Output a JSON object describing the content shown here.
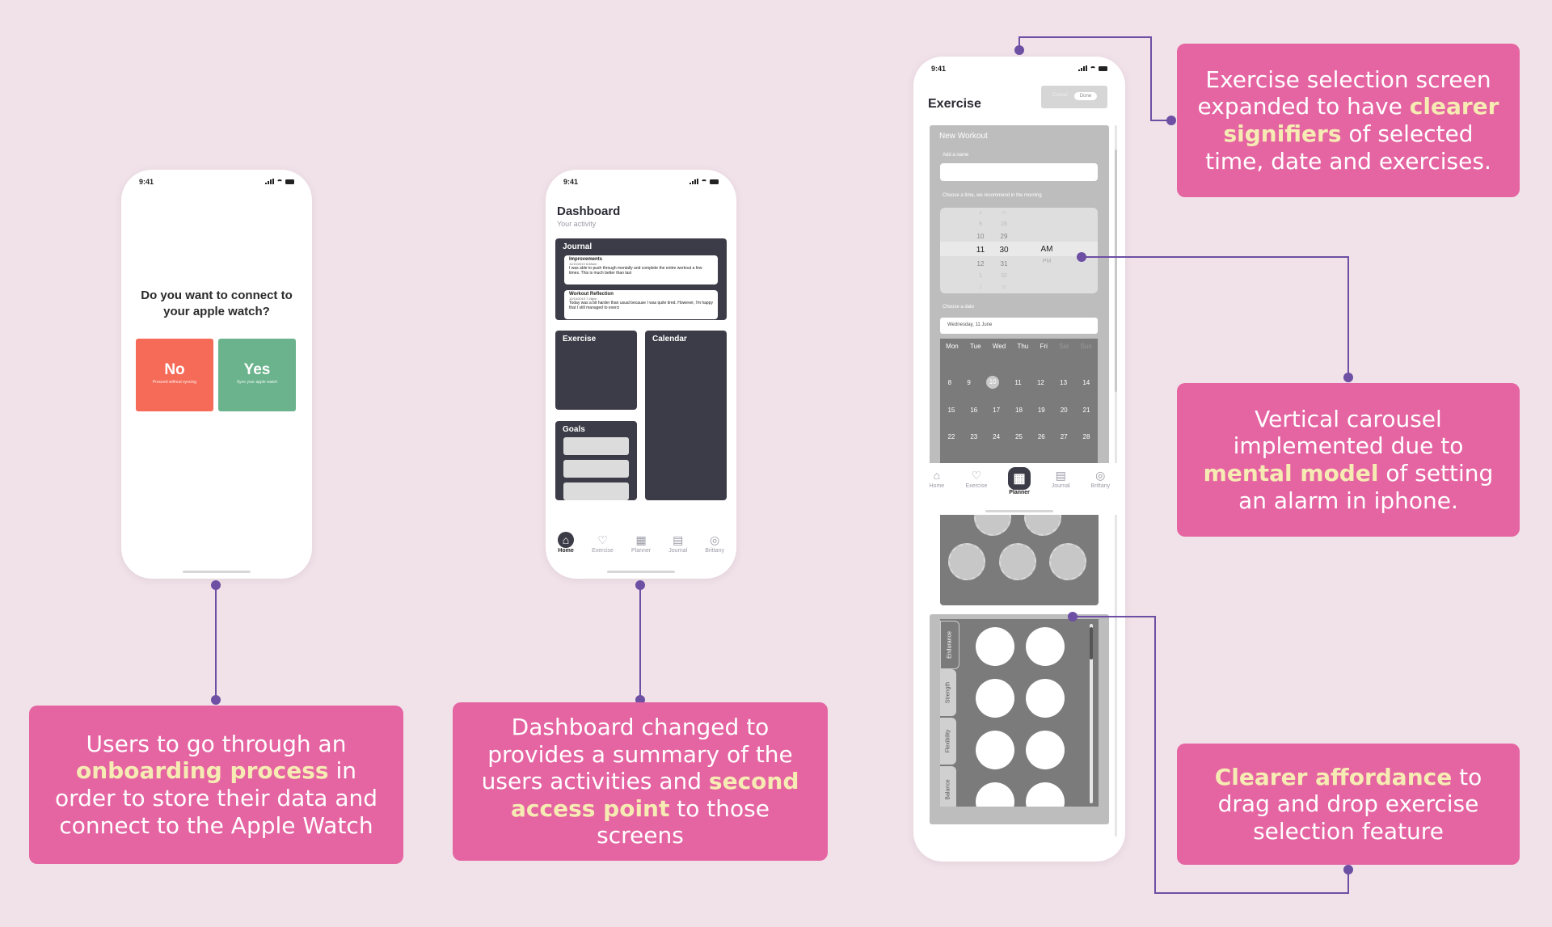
{
  "screen1": {
    "status_time": "9:41",
    "question": "Do you want to connect to your apple watch?",
    "no_label": "No",
    "no_sub": "Proceed without syncing",
    "yes_label": "Yes",
    "yes_sub": "Sync your apple watch"
  },
  "screen2": {
    "status_time": "9:41",
    "title": "Dashboard",
    "subtitle": "Your activity",
    "journal": {
      "label": "Journal",
      "entries": [
        {
          "title": "Improvements",
          "date": "11/10/2019 6:38am",
          "text": "I was able to push through mentally and complete the entire workout a few times. This is much better than last"
        },
        {
          "title": "Workout Reflection",
          "date": "10/10/2019 7:28pm",
          "text": "Today was a bit harder than usual because I was quite tired. However, I'm happy that I still managed to exerci"
        }
      ]
    },
    "exercise_label": "Exercise",
    "calendar_label": "Calendar",
    "goals_label": "Goals",
    "nav": [
      "Home",
      "Exercise",
      "Planner",
      "Journal",
      "Brittany"
    ]
  },
  "screen3": {
    "status_time": "9:41",
    "title": "Exercise",
    "cancel_label": "Cancel",
    "done_label": "Done",
    "new_workout_label": "New Workout",
    "add_name_label": "Add a name",
    "time_label": "Choose a time, we recommend in the morning",
    "picker": {
      "hours": [
        "8",
        "9",
        "10",
        "11",
        "12",
        "1",
        "2"
      ],
      "minutes": [
        "27",
        "28",
        "29",
        "30",
        "31",
        "32",
        "33"
      ],
      "ampm": [
        "AM",
        "PM"
      ],
      "selected_hour": "11",
      "selected_minute": "30",
      "selected_ampm": "AM"
    },
    "date_label": "Choose a date",
    "date_value": "Wednesday, 11 June",
    "weekdays": [
      "Mon",
      "Tue",
      "Wed",
      "Thu",
      "Fri",
      "Sat",
      "Sun"
    ],
    "weeks": [
      [
        "8",
        "9",
        "10",
        "11",
        "12",
        "13",
        "14"
      ],
      [
        "15",
        "16",
        "17",
        "18",
        "19",
        "20",
        "21"
      ],
      [
        "22",
        "23",
        "24",
        "25",
        "26",
        "27",
        "28"
      ]
    ],
    "selected_day": "10",
    "nav": [
      "Home",
      "Exercise",
      "Planner",
      "Journal",
      "Brittany"
    ],
    "categories": [
      "Endurance",
      "Strength",
      "Flexibility",
      "Balance"
    ]
  },
  "callouts": {
    "c1": {
      "pre": "Users to go through an ",
      "em": "onboarding process",
      "post": " in order to store their data and connect to the Apple Watch"
    },
    "c2": {
      "pre": "Dashboard changed to provides a summary of the users activities and ",
      "em": "second access point",
      "post": " to those screens"
    },
    "c3": {
      "pre": "Exercise selection screen expanded to have ",
      "em": "clearer signifiers",
      "post": " of selected time, date and exercises."
    },
    "c4": {
      "pre": "Vertical carousel implemented due to ",
      "em": "mental model",
      "post": " of setting an alarm in iphone."
    },
    "c5": {
      "pre": "",
      "em": "Clearer affordance",
      "post": " to drag and drop exercise selection feature"
    }
  },
  "colors": {
    "background": "#f1e2e9",
    "callout": "#e564a2",
    "highlight": "#f6ecb3",
    "connector": "#6d4fa3",
    "no_button": "#f56b58",
    "yes_button": "#6ab38c",
    "card_dark": "#3c3c48"
  }
}
